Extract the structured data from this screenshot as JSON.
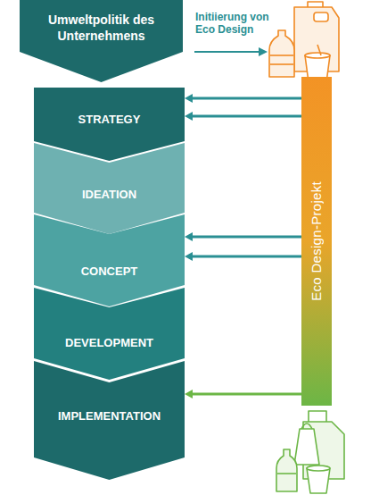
{
  "diagram": {
    "nodes": [
      {
        "text": [
          "Umweltpolitik des Unternehmens"
        ]
      },
      {
        "text": [
          "STRATEGY"
        ]
      },
      {
        "text": [
          "IDEATION"
        ]
      },
      {
        "text": [
          "CONCEPT"
        ]
      },
      {
        "text": [
          "DEVELOPMENT"
        ]
      },
      {
        "text": [
          "IMPLEMENTATION"
        ]
      },
      {
        "text": [
          "Eco Design-Projekt"
        ]
      }
    ],
    "edges": [
      {
        "from": 6,
        "to": 1,
        "arrow": "to"
      },
      {
        "from": 6,
        "to": 1,
        "arrow": "to"
      },
      {
        "from": 6,
        "to": 3,
        "arrow": "to"
      },
      {
        "from": 6,
        "to": 3,
        "arrow": "to"
      },
      {
        "from": 6,
        "to": 5,
        "arrow": "to"
      }
    ],
    "labels": [
      "Initiierung von Eco Design"
    ]
  }
}
